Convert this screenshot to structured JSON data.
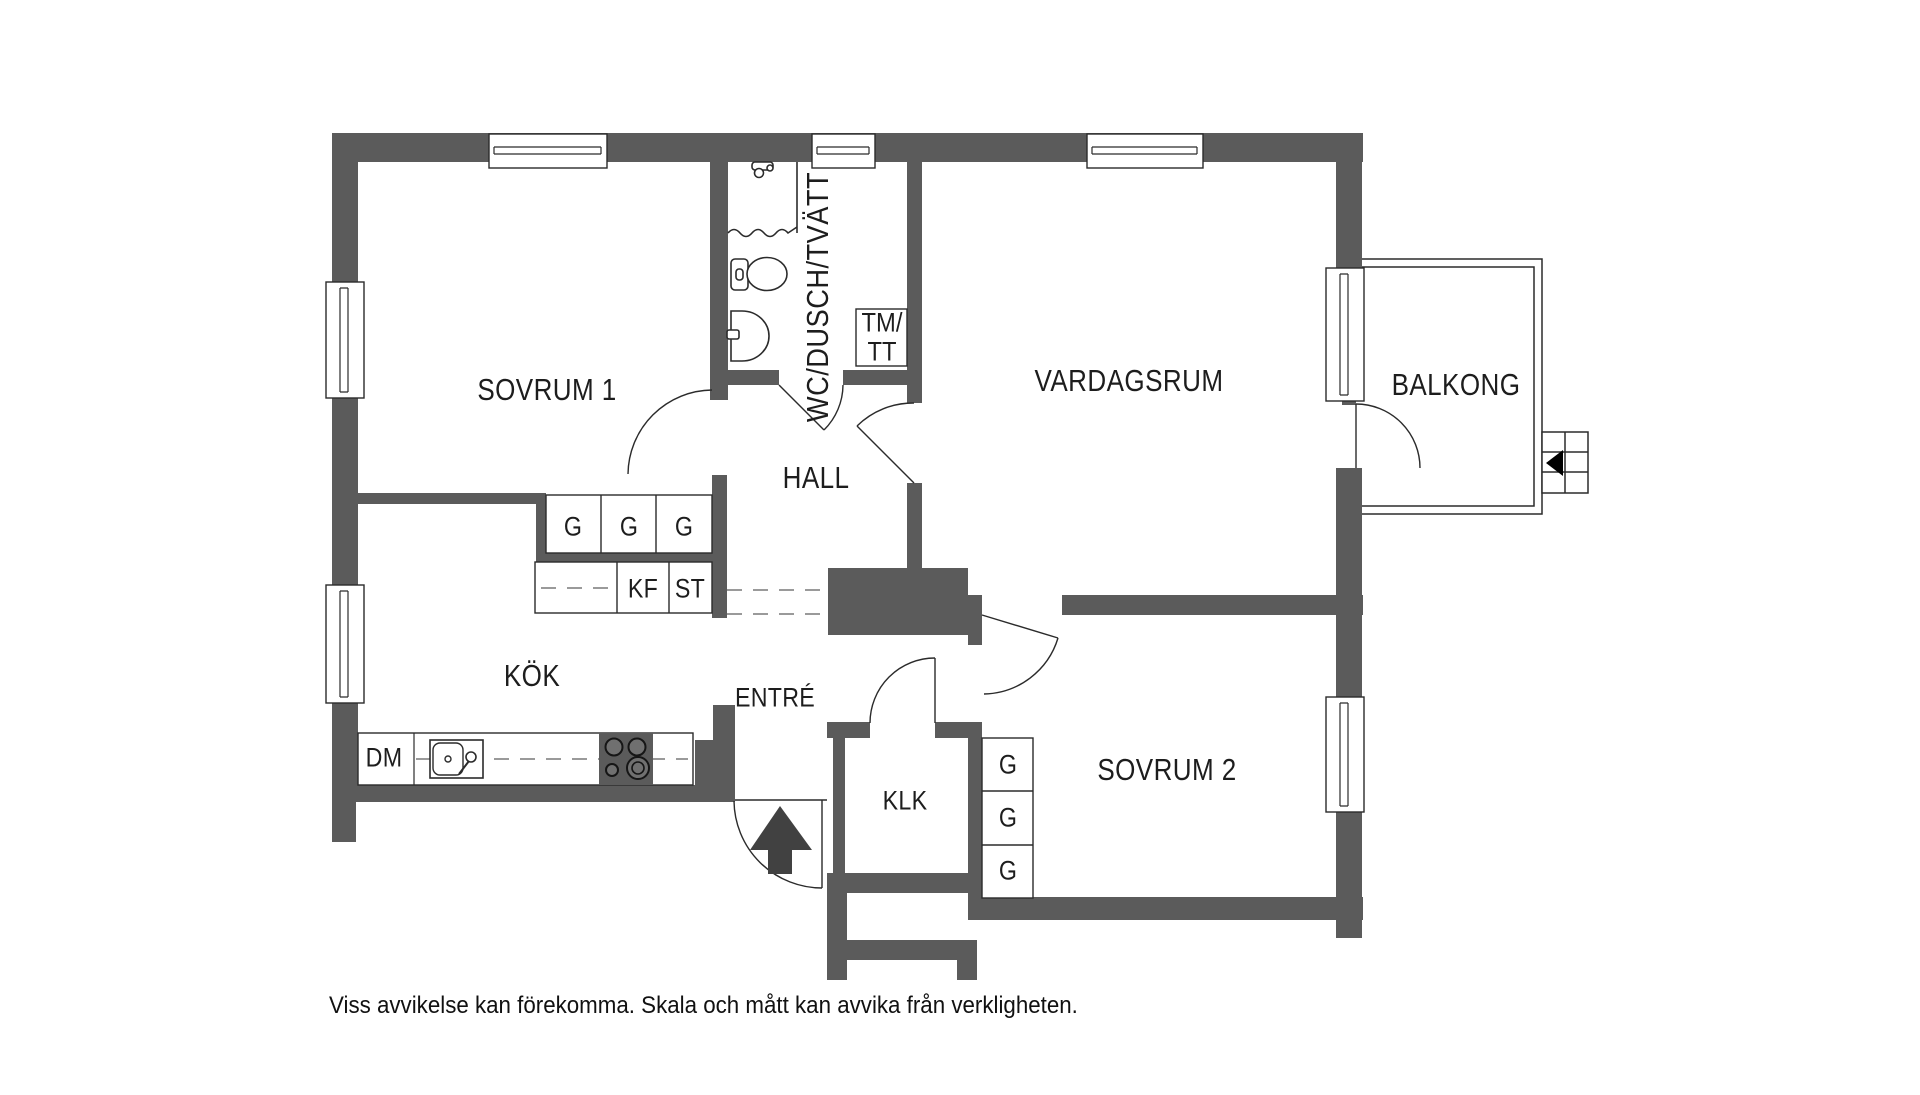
{
  "labels": {
    "bedroom1": "SOVRUM 1",
    "bathroom": "WC/DUSCH/TVÄTT",
    "dryer_line1": "TM/",
    "dryer_line2": "TT",
    "living_room": "VARDAGSRUM",
    "balcony": "BALKONG",
    "hall": "HALL",
    "kitchen": "KÖK",
    "entrance": "ENTRÉ",
    "closet": "KLK",
    "bedroom2": "SOVRUM 2",
    "wardrobe": "G",
    "fridge_freezer": "KF",
    "tall_cabinet": "ST",
    "dishwasher": "DM"
  },
  "disclaimer": "Viss avvikelse kan förekomma. Skala och mått kan avvika från verkligheten.",
  "colors": {
    "wall": "#5b5b5b",
    "line": "#2b2b2b",
    "text": "#1d1d1d",
    "dash": "#9a9a9a"
  }
}
